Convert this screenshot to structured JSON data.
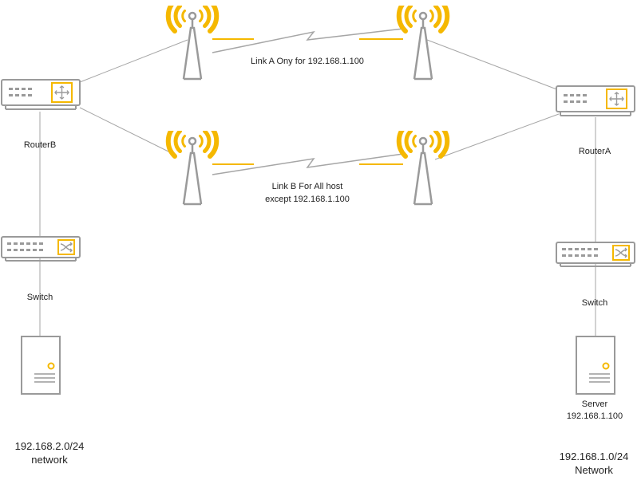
{
  "colors": {
    "device_outline": "#9a9a9a",
    "accent": "#f5b800",
    "link_line": "#a6a6a6",
    "text": "#222222"
  },
  "devices": {
    "router_b": {
      "label": "RouterB",
      "icon": "router-icon"
    },
    "router_a": {
      "label": "RouterA",
      "icon": "router-icon"
    },
    "switch_left": {
      "label": "Switch",
      "icon": "switch-icon"
    },
    "switch_right": {
      "label": "Switch",
      "icon": "switch-icon"
    },
    "server_left": {
      "icon": "server-icon"
    },
    "server_right": {
      "label_line1": "Server",
      "label_line2": "192.168.1.100",
      "icon": "server-icon"
    }
  },
  "links": {
    "link_a": {
      "label": "Link A Ony for 192.168.1.100"
    },
    "link_b": {
      "label_line1": "Link B For All host",
      "label_line2": "except 192.168.1.100"
    }
  },
  "networks": {
    "left": {
      "line1": "192.168.2.0/24",
      "line2": "network"
    },
    "right": {
      "line1": "192.168.1.0/24",
      "line2": "Network"
    }
  }
}
